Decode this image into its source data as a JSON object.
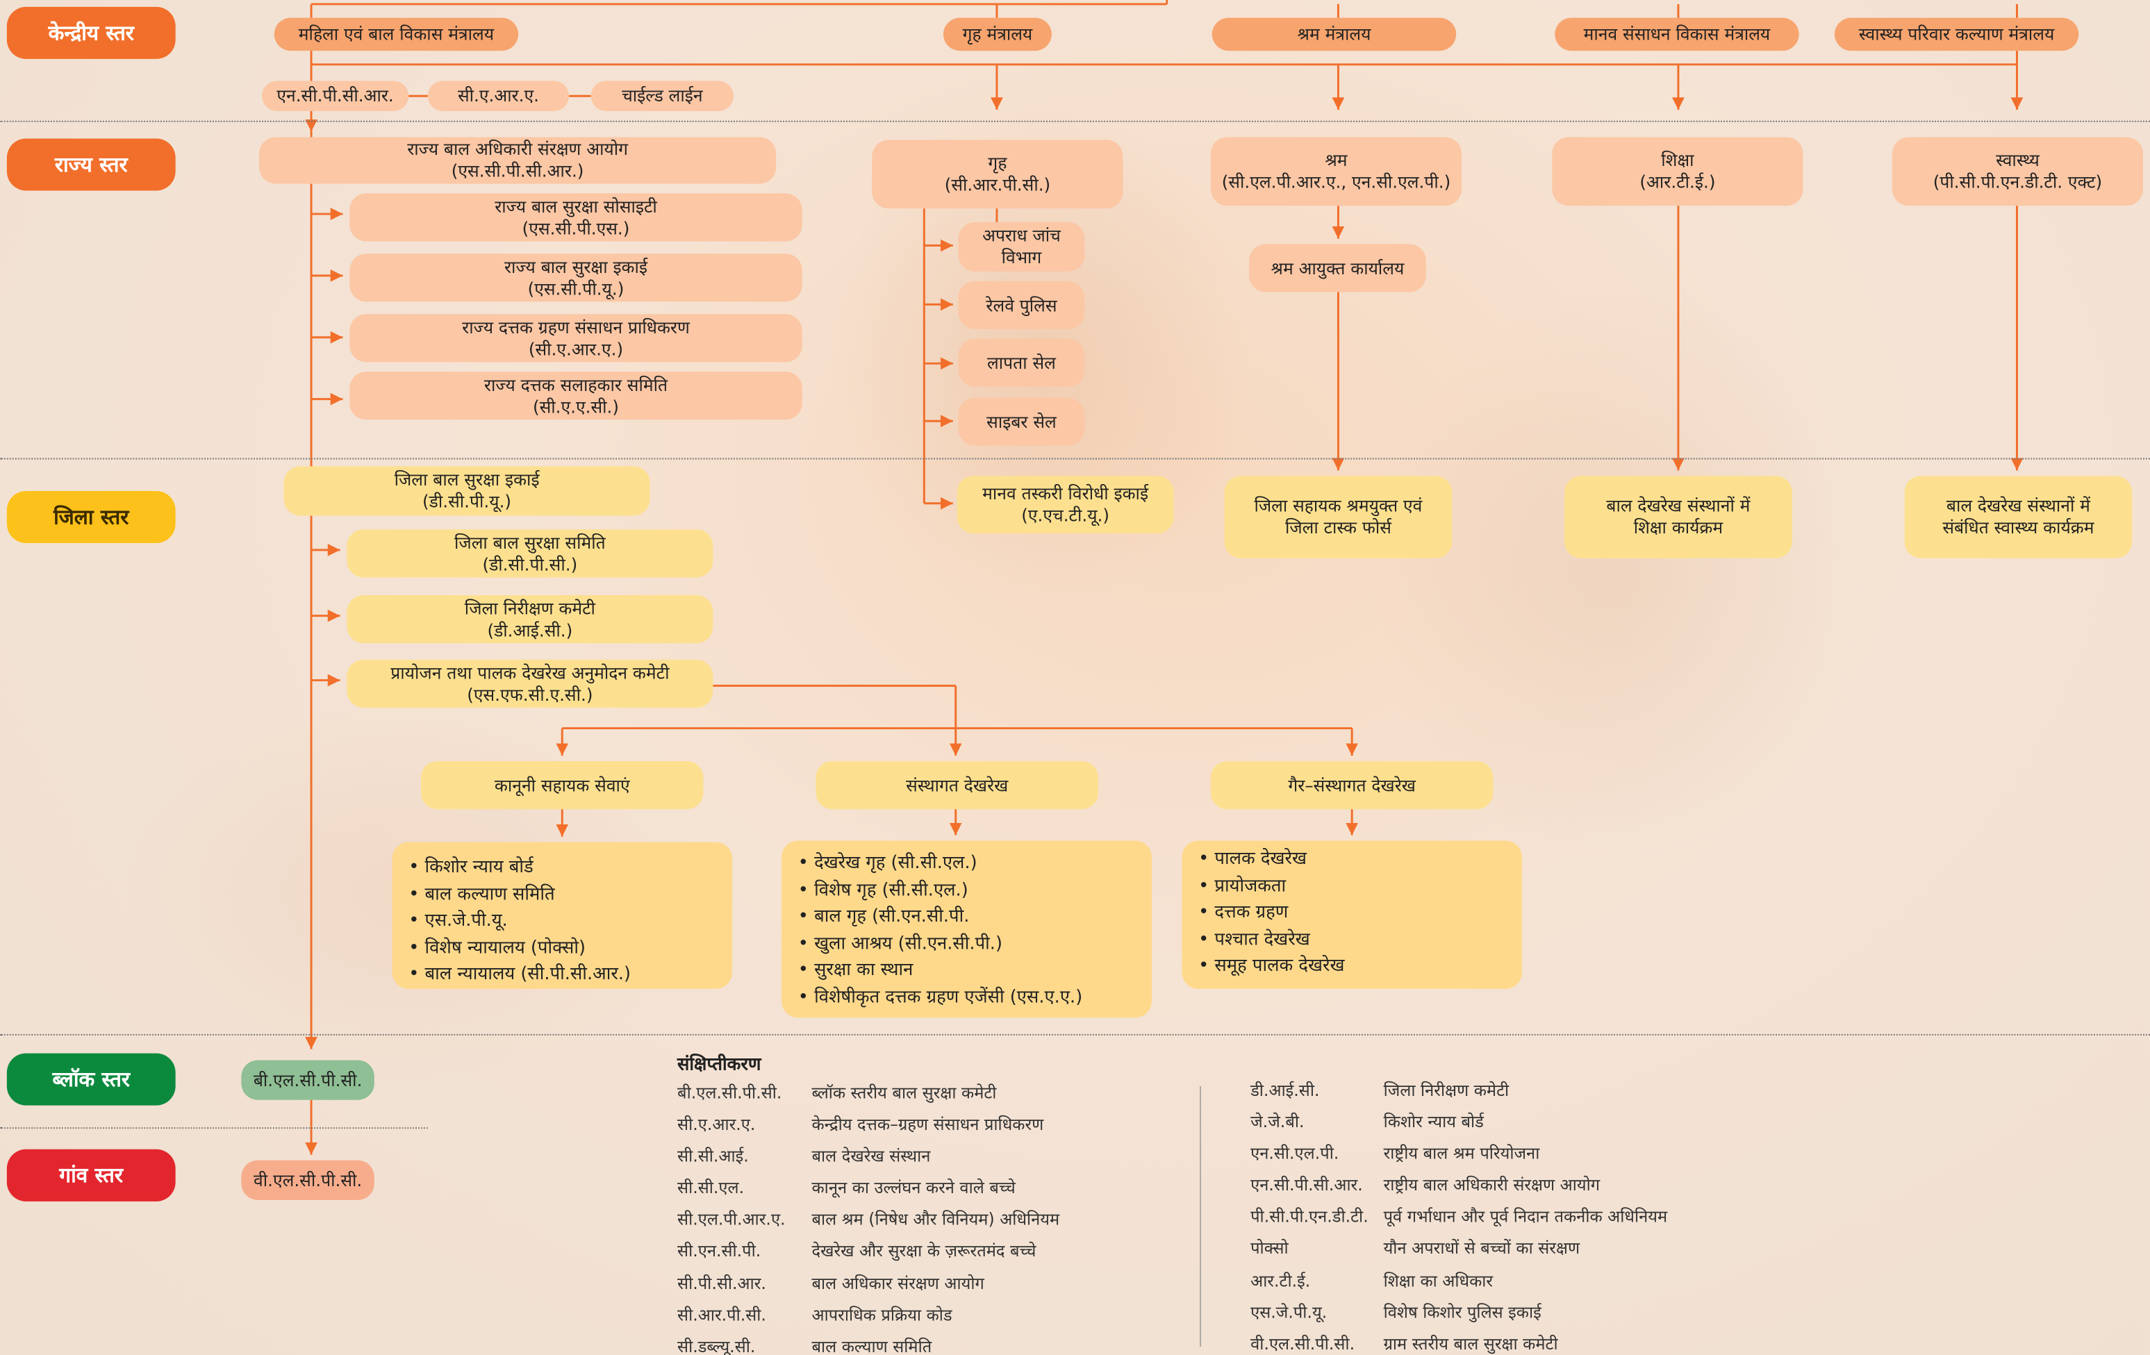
{
  "levels": {
    "central": "केन्द्रीय स्तर",
    "state": "राज्य स्तर",
    "district": "जिला स्तर",
    "block": "ब्लॉक स्तर",
    "village": "गांव स्तर"
  },
  "colors": {
    "central": "#f26f2b",
    "state": "#f26f2b",
    "district": "#fdc11b",
    "block": "#0b8a3e",
    "village": "#e3262d",
    "line": "#f26f2b"
  },
  "central": {
    "ministries": [
      "महिला एवं बाल विकास मंत्रालय",
      "गृह मंत्रालय",
      "श्रम मंत्रालय",
      "मानव संसाधन विकास मंत्रालय",
      "स्वास्थ्य परिवार कल्याण मंत्रालय"
    ],
    "bodies": [
      "एन.सी.पी.सी.आर.",
      "सी.ए.आर.ए.",
      "चाईल्ड लाईन"
    ]
  },
  "state": {
    "scpcr": [
      "राज्य बाल अधिकारी संरक्षण आयोग",
      "(एस.सी.पी.सी.आर.)"
    ],
    "wcd_units": [
      [
        "राज्य बाल सुरक्षा सोसाइटी",
        "(एस.सी.पी.एस.)"
      ],
      [
        "राज्य बाल सुरक्षा इकाई",
        "(एस.सी.पी.यू.)"
      ],
      [
        "राज्य दत्तक ग्रहण संसाधन प्राधिकरण",
        "(सी.ए.आर.ए.)"
      ],
      [
        "राज्य दत्तक सलाहकार समिति",
        "(सी.ए.ए.सी.)"
      ]
    ],
    "home": [
      "गृह",
      "(सी.आर.पी.सी.)"
    ],
    "home_units": [
      [
        "अपराध जांच",
        "विभाग"
      ],
      [
        "रेलवे पुलिस"
      ],
      [
        "लापता सेल"
      ],
      [
        "साइबर सेल"
      ]
    ],
    "labour": [
      "श्रम",
      "(सी.एल.पी.आर.ए., एन.सी.एल.पी.)"
    ],
    "labour_office": "श्रम आयुक्त कार्यालय",
    "education": [
      "शिक्षा",
      "(आर.टी.ई.)"
    ],
    "health": [
      "स्वास्थ्य",
      "(पी.सी.पी.एन.डी.टी. एक्ट)"
    ]
  },
  "district": {
    "dcpu": [
      "जिला बाल सुरक्षा इकाई",
      "(डी.सी.पी.यू.)"
    ],
    "units": [
      [
        "जिला बाल सुरक्षा समिति",
        "(डी.सी.पी.सी.)"
      ],
      [
        "जिला निरीक्षण कमेटी",
        "(डी.आई.सी.)"
      ],
      [
        "प्रायोजन तथा पालक देखरेख अनुमोदन कमेटी",
        "(एस.एफ.सी.ए.सी.)"
      ]
    ],
    "ahtu": [
      "मानव तस्करी विरोधी इकाई",
      "(ए.एच.टी.यू.)"
    ],
    "labour_task": [
      "जिला सहायक श्रमयुक्त एवं",
      "जिला टास्क फोर्स"
    ],
    "education_prog": [
      "बाल देखरेख संस्थानों में",
      "शिक्षा कार्यक्रम"
    ],
    "health_prog": [
      "बाल देखरेख संस्थानों में",
      "संबंधित स्वास्थ्य कार्यक्रम"
    ],
    "services": [
      "कानूनी सहायक सेवाएं",
      "संस्थागत देखरेख",
      "गैर–संस्थागत देखरेख"
    ],
    "legal_list": [
      "किशोर न्याय बोर्ड",
      "बाल कल्याण समिति",
      "एस.जे.पी.यू.",
      "विशेष न्यायालय (पोक्सो)",
      "बाल न्यायालय (सी.पी.सी.आर.)"
    ],
    "institutional_list": [
      "देखरेख गृह (सी.सी.एल.)",
      "विशेष गृह (सी.सी.एल.)",
      "बाल गृह (सी.एन.सी.पी.",
      "खुला आश्रय (सी.एन.सी.पी.)",
      "सुरक्षा का स्थान",
      "विशेषीकृत दत्तक ग्रहण एजेंसी (एस.ए.ए.)"
    ],
    "noninstitutional_list": [
      "पालक देखरेख",
      "प्रायोजकता",
      "दत्तक ग्रहण",
      "पश्चात देखरेख",
      "समूह पालक देखरेख"
    ]
  },
  "block": {
    "bcpc": "बी.एल.सी.पी.सी."
  },
  "village": {
    "vcpc": "वी.एल.सी.पी.सी."
  },
  "abbreviations": {
    "title": "संक्षिप्तीकरण",
    "left": [
      [
        "बी.एल.सी.पी.सी.",
        "ब्लॉक स्तरीय बाल सुरक्षा कमेटी"
      ],
      [
        "सी.ए.आर.ए.",
        "केन्द्रीय दत्तक–ग्रहण संसाधन प्राधिकरण"
      ],
      [
        "सी.सी.आई.",
        "बाल देखरेख संस्थान"
      ],
      [
        "सी.सी.एल.",
        "कानून का उल्लंघन करने वाले बच्चे"
      ],
      [
        "सी.एल.पी.आर.ए.",
        "बाल श्रम (निषेध और विनियम) अधिनियम"
      ],
      [
        "सी.एन.सी.पी.",
        "देखरेख और सुरक्षा के ज़रूरतमंद बच्चे"
      ],
      [
        "सी.पी.सी.आर.",
        "बाल अधिकार संरक्षण आयोग"
      ],
      [
        "सी.आर.पी.सी.",
        "आपराधिक प्रक्रिया कोड"
      ],
      [
        "सी.डब्ल्यू.सी.",
        "बाल कल्याण समिति"
      ]
    ],
    "right": [
      [
        "डी.आई.सी.",
        "जिला निरीक्षण कमेटी"
      ],
      [
        "जे.जे.बी.",
        "किशोर न्याय बोर्ड"
      ],
      [
        "एन.सी.एल.पी.",
        "राष्ट्रीय बाल श्रम परियोजना"
      ],
      [
        "एन.सी.पी.सी.आर.",
        "राष्ट्रीय बाल अधिकारी संरक्षण आयोग"
      ],
      [
        "पी.सी.पी.एन.डी.टी.",
        "पूर्व गर्भाधान और पूर्व निदान तकनीक अधिनियम"
      ],
      [
        "पोक्सो",
        "यौन अपराधों से बच्चों का संरक्षण"
      ],
      [
        "आर.टी.ई.",
        "शिक्षा का अधिकार"
      ],
      [
        "एस.जे.पी.यू.",
        "विशेष किशोर पुलिस इकाई"
      ],
      [
        "वी.एल.सी.पी.सी.",
        "ग्राम स्तरीय बाल सुरक्षा कमेटी"
      ]
    ]
  }
}
